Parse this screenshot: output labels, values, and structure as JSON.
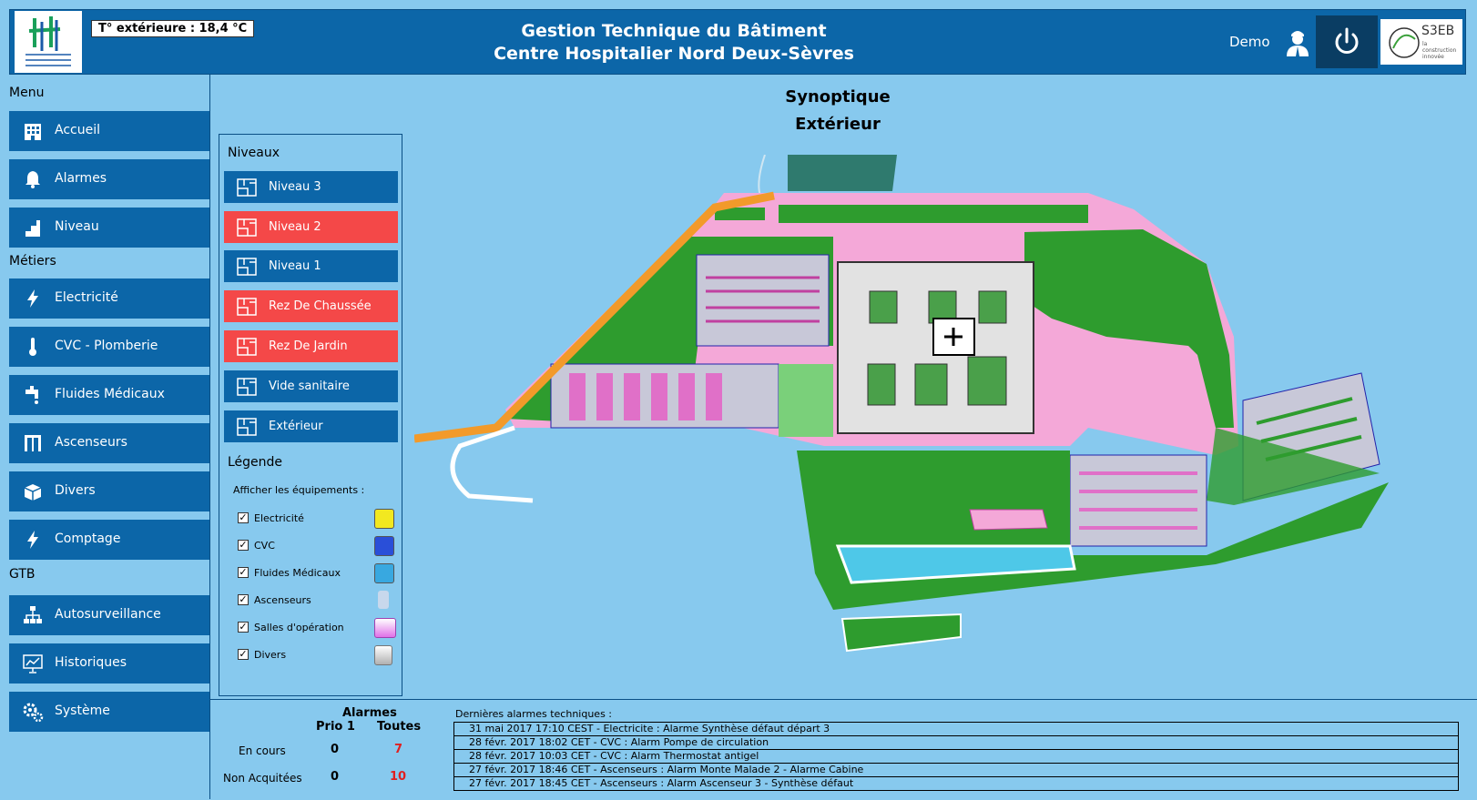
{
  "header": {
    "temperature": "T° extérieure : 18,4 °C",
    "title_line1": "Gestion Technique du Bâtiment",
    "title_line2": "Centre Hospitalier Nord Deux-Sèvres",
    "user": "Demo",
    "brand_right": "S3EB",
    "brand_sub1": "la",
    "brand_sub2": "construction",
    "brand_sub3": "innovée"
  },
  "sidebar": {
    "menu_label": "Menu",
    "menu_items": [
      "Accueil",
      "Alarmes",
      "Niveau"
    ],
    "metiers_label": "Métiers",
    "metiers_items": [
      "Electricité",
      "CVC - Plomberie",
      "Fluides Médicaux",
      "Ascenseurs",
      "Divers",
      "Comptage"
    ],
    "gtb_label": "GTB",
    "gtb_items": [
      "Autosurveillance",
      "Historiques",
      "Système"
    ]
  },
  "main": {
    "title": "Synoptique",
    "subtitle": "Extérieur"
  },
  "niveaux": {
    "label": "Niveaux",
    "items": [
      {
        "label": "Niveau 3",
        "state": "normal"
      },
      {
        "label": "Niveau 2",
        "state": "alarm"
      },
      {
        "label": "Niveau 1",
        "state": "normal"
      },
      {
        "label": "Rez De Chaussée",
        "state": "alarm"
      },
      {
        "label": "Rez De Jardin",
        "state": "alarm"
      },
      {
        "label": "Vide sanitaire",
        "state": "normal"
      },
      {
        "label": "Extérieur",
        "state": "normal"
      }
    ]
  },
  "legende": {
    "label": "Légende",
    "show_label": "Afficher les équipements :",
    "items": [
      {
        "label": "Electricité",
        "checked": true,
        "color": "#f2e820"
      },
      {
        "label": "CVC",
        "checked": true,
        "color": "#2a4fd8"
      },
      {
        "label": "Fluides Médicaux",
        "checked": true,
        "color": "#38a8e0"
      },
      {
        "label": "Ascenseurs",
        "checked": true,
        "color": "#c8d8ec"
      },
      {
        "label": "Salles d'opération",
        "checked": true,
        "color": "#e070e8"
      },
      {
        "label": "Divers",
        "checked": true,
        "color": "#c0c0c0"
      }
    ]
  },
  "alarms_summary": {
    "title": "Alarmes",
    "col_prio": "Prio 1",
    "col_all": "Toutes",
    "row1_label": "En cours",
    "row1_prio": "0",
    "row1_all": "7",
    "row2_label": "Non Acquitées",
    "row2_prio": "0",
    "row2_all": "10"
  },
  "last_alarms": {
    "title": "Dernières alarmes techniques :",
    "rows": [
      "31 mai 2017 17:10 CEST - Electricite : Alarme     Synthèse défaut départ 3",
      "28 févr. 2017 18:02 CET - CVC : Alarm      Pompe de circulation",
      "28 févr. 2017 10:03 CET - CVC : Alarm      Thermostat antigel",
      "27 févr. 2017 18:46 CET - Ascenseurs : Alarm      Monte Malade 2 - Alarme Cabine",
      "27 févr. 2017 18:45 CET - Ascenseurs : Alarm      Ascenseur 3 - Synthèse défaut"
    ]
  },
  "colors": {
    "primary": "#0c66a8",
    "alarm": "#f44848",
    "background": "#87c9ee"
  }
}
